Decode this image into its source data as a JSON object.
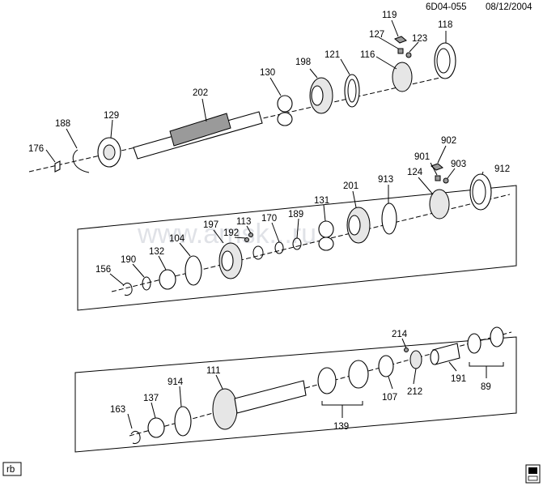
{
  "header": {
    "code": "6D04-055",
    "date": "08/12/2004"
  },
  "watermark": "www.amsk...ru",
  "corner_label": "rb",
  "part_labels": {
    "p118": "118",
    "p119": "119",
    "p127": "127",
    "p123": "123",
    "p116": "116",
    "p121": "121",
    "p198": "198",
    "p130": "130",
    "p202": "202",
    "p129": "129",
    "p188": "188",
    "p176": "176",
    "p902": "902",
    "p901": "901",
    "p903": "903",
    "p912": "912",
    "p124": "124",
    "p913": "913",
    "p201": "201",
    "p131": "131",
    "p189": "189",
    "p170": "170",
    "p113": "113",
    "p192": "192",
    "p197": "197",
    "p104": "104",
    "p132": "132",
    "p190": "190",
    "p156": "156",
    "p214": "214",
    "p111": "111",
    "p914": "914",
    "p137": "137",
    "p163": "163",
    "p139": "139",
    "p107": "107",
    "p212": "212",
    "p191": "191",
    "p89": "89"
  }
}
